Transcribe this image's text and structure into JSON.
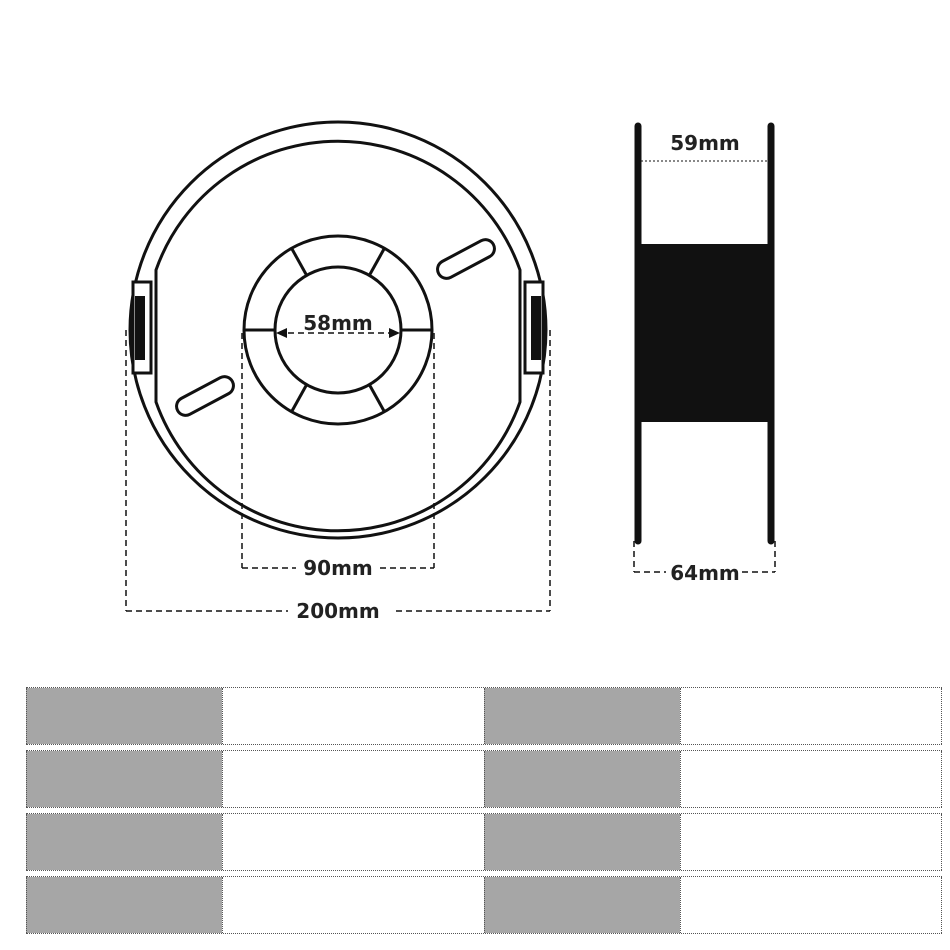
{
  "front_view": {
    "inner_hub_label": "58mm",
    "hub_label": "90mm",
    "outer_label": "200mm"
  },
  "side_view": {
    "inner_width_label": "59mm",
    "outer_width_label": "64mm"
  },
  "colors": {
    "line": "#111111",
    "table_key_fill": "#a6a6a6",
    "table_value_fill": "#ffffff"
  },
  "spec_table": {
    "rows": [
      {
        "cells": [
          "",
          "",
          "",
          ""
        ]
      },
      {
        "cells": [
          "",
          "",
          "",
          ""
        ]
      },
      {
        "cells": [
          "",
          "",
          "",
          ""
        ]
      },
      {
        "cells": [
          "",
          "",
          "",
          ""
        ]
      }
    ]
  }
}
